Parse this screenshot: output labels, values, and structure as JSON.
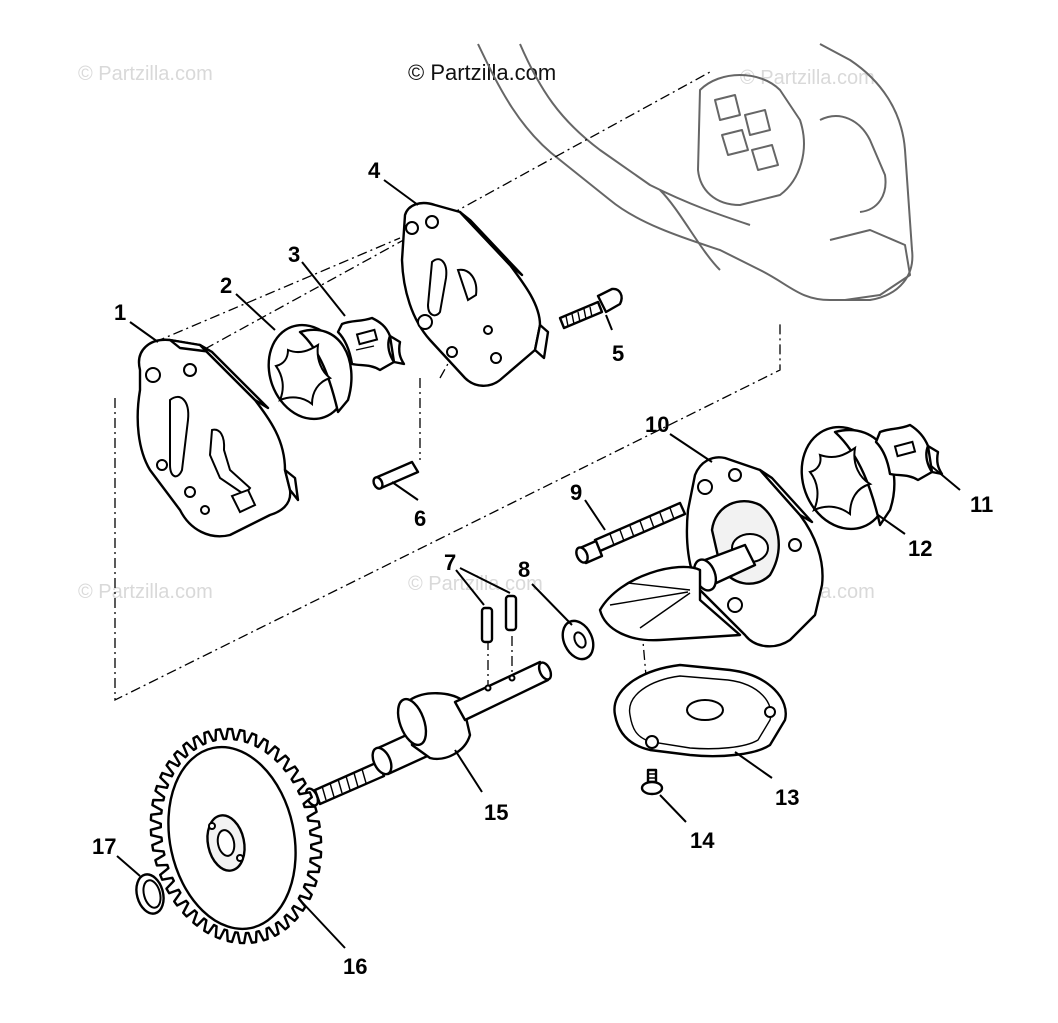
{
  "watermark_main": "© Partzilla.com",
  "watermark_faint": "© Partzilla.com",
  "callouts": [
    "1",
    "2",
    "3",
    "4",
    "5",
    "6",
    "7",
    "8",
    "9",
    "10",
    "11",
    "12",
    "13",
    "14",
    "15",
    "16",
    "17"
  ]
}
